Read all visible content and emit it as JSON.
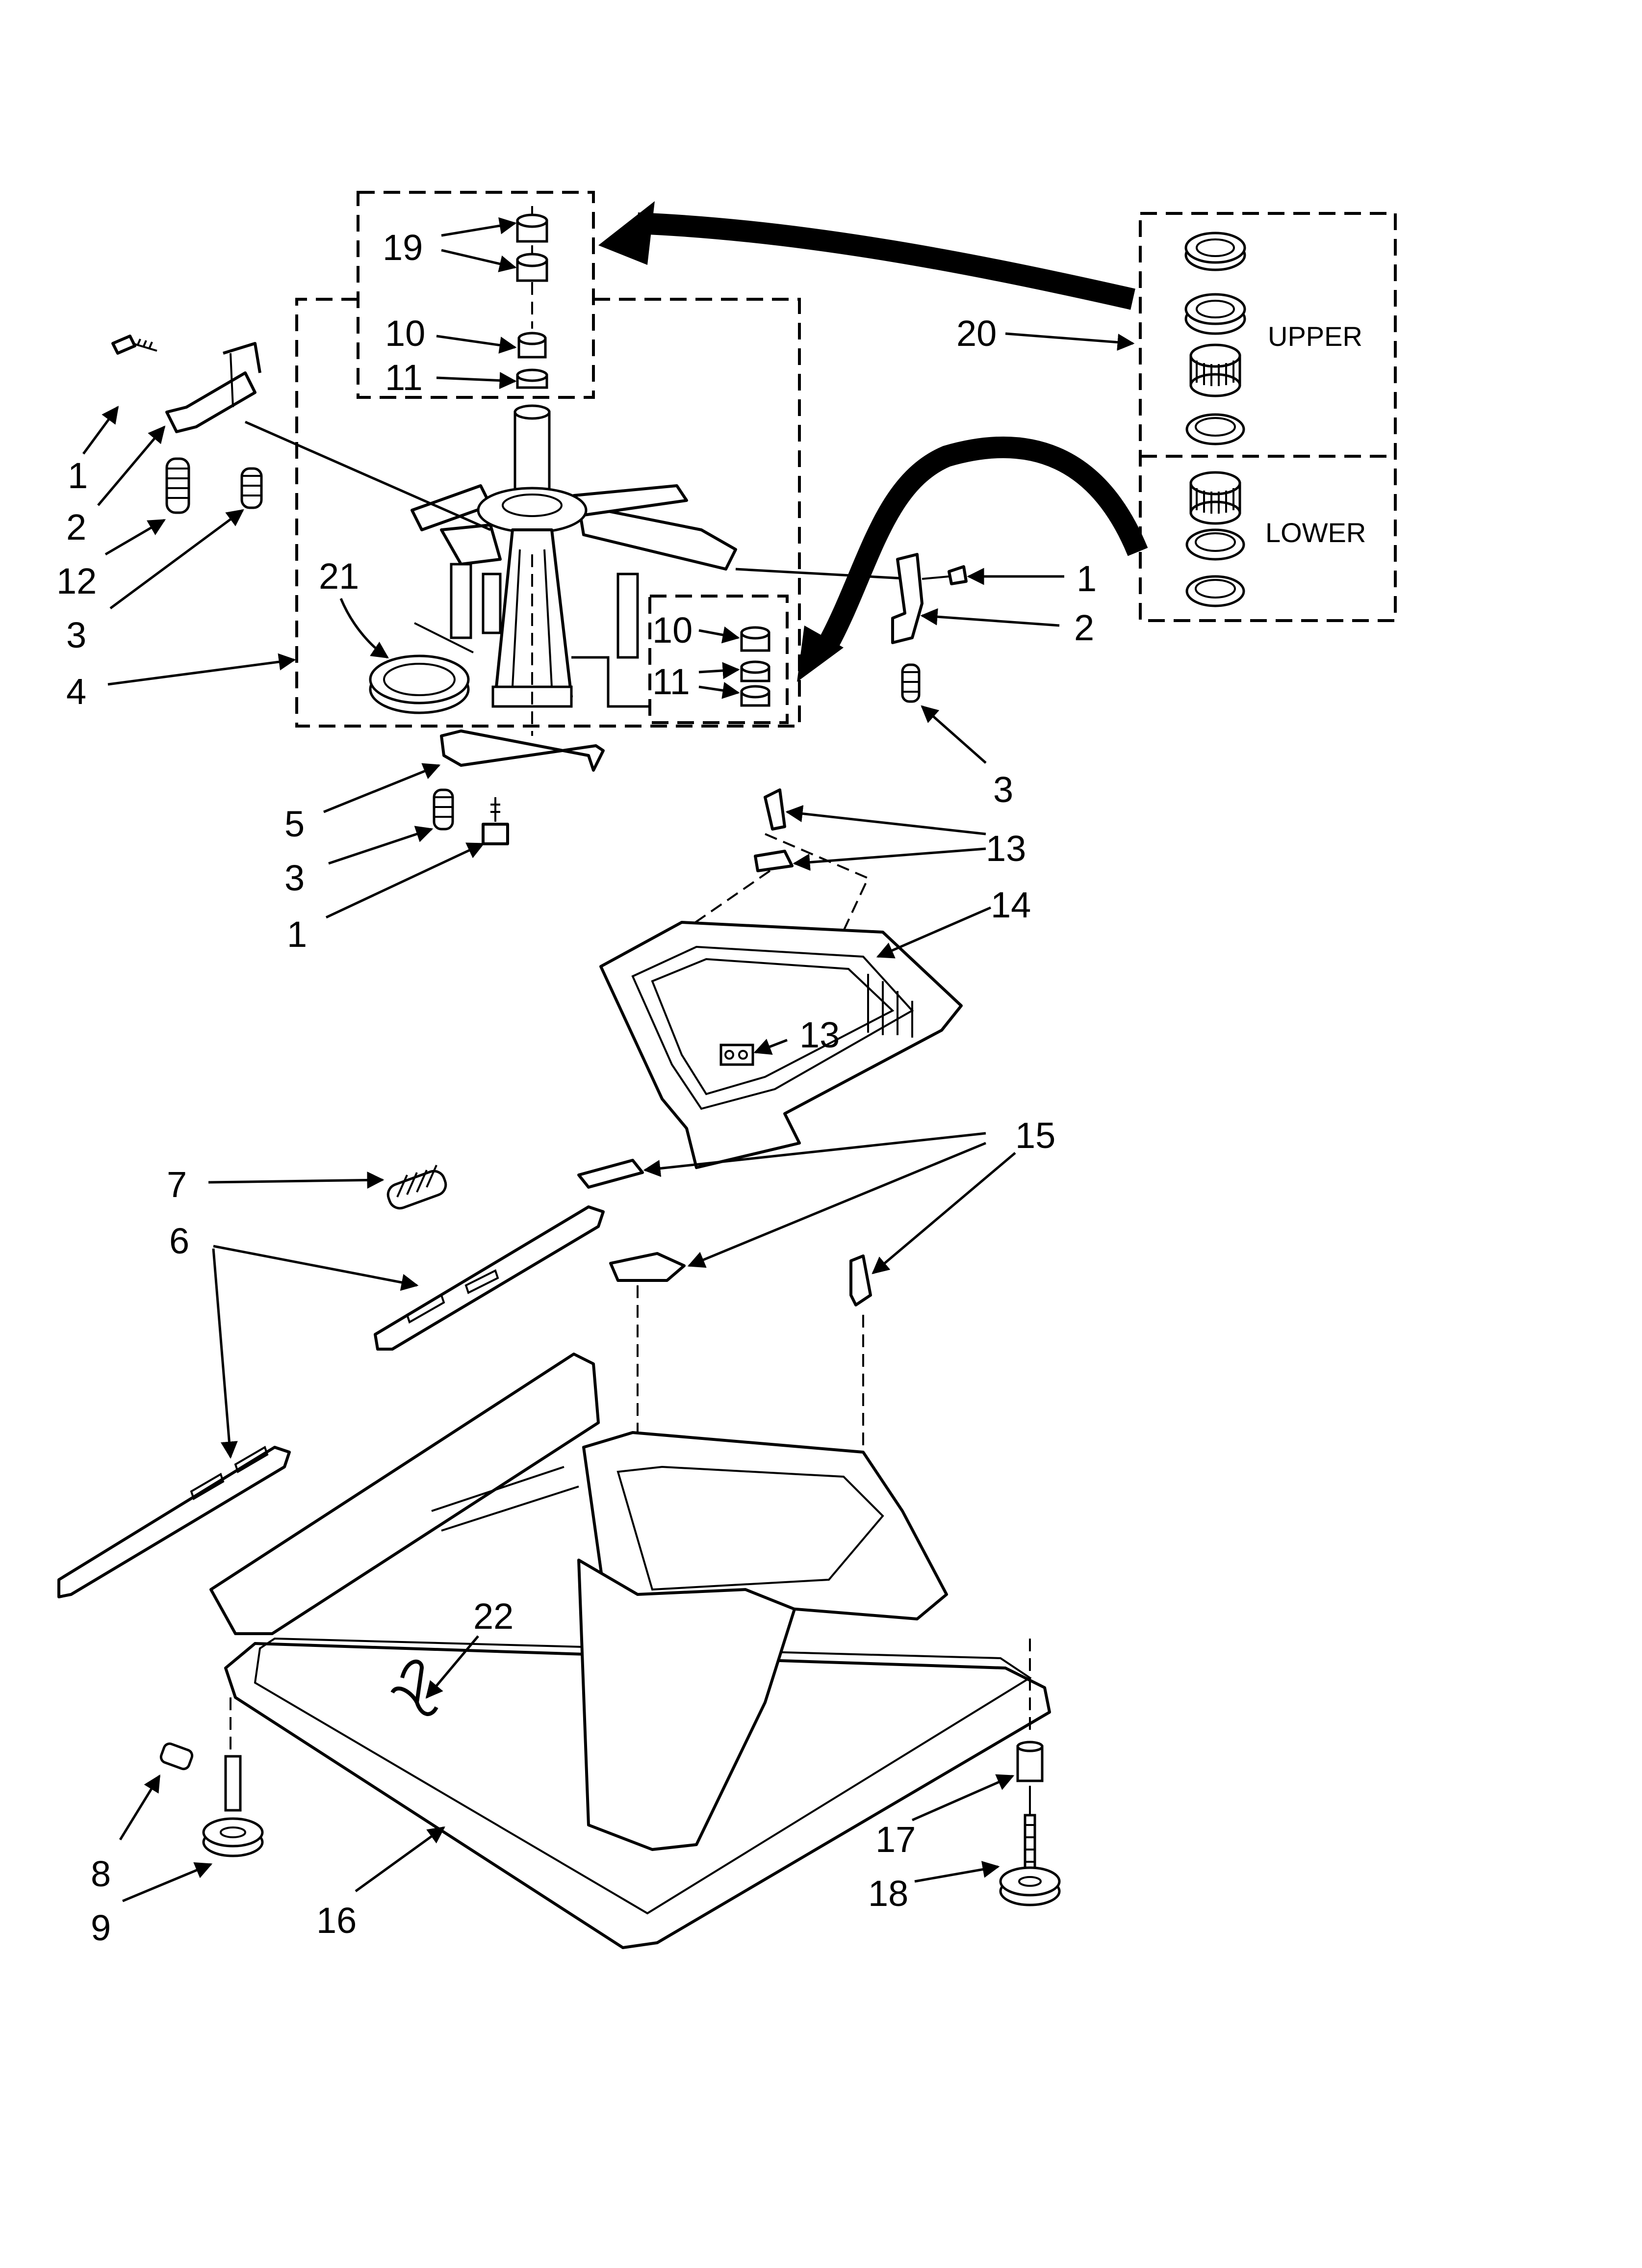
{
  "callouts": [
    {
      "id": "c1a",
      "text": "1"
    },
    {
      "id": "c2a",
      "text": "2"
    },
    {
      "id": "c12",
      "text": "12"
    },
    {
      "id": "c3a",
      "text": "3"
    },
    {
      "id": "c4",
      "text": "4"
    },
    {
      "id": "c21",
      "text": "21"
    },
    {
      "id": "c19",
      "text": "19"
    },
    {
      "id": "c10a",
      "text": "10"
    },
    {
      "id": "c11a",
      "text": "11"
    },
    {
      "id": "c20",
      "text": "20"
    },
    {
      "id": "c10b",
      "text": "10"
    },
    {
      "id": "c11b",
      "text": "11"
    },
    {
      "id": "c1b",
      "text": "1"
    },
    {
      "id": "c2b",
      "text": "2"
    },
    {
      "id": "c3b",
      "text": "3"
    },
    {
      "id": "c5",
      "text": "5"
    },
    {
      "id": "c3c",
      "text": "3"
    },
    {
      "id": "c1c",
      "text": "1"
    },
    {
      "id": "c13a",
      "text": "13"
    },
    {
      "id": "c14",
      "text": "14"
    },
    {
      "id": "c13b",
      "text": "13"
    },
    {
      "id": "c15",
      "text": "15"
    },
    {
      "id": "c7",
      "text": "7"
    },
    {
      "id": "c6",
      "text": "6"
    },
    {
      "id": "c22",
      "text": "22"
    },
    {
      "id": "c8",
      "text": "8"
    },
    {
      "id": "c9",
      "text": "9"
    },
    {
      "id": "c16",
      "text": "16"
    },
    {
      "id": "c17",
      "text": "17"
    },
    {
      "id": "c18",
      "text": "18"
    }
  ],
  "box_labels": {
    "upper": "UPPER",
    "lower": "LOWER"
  }
}
